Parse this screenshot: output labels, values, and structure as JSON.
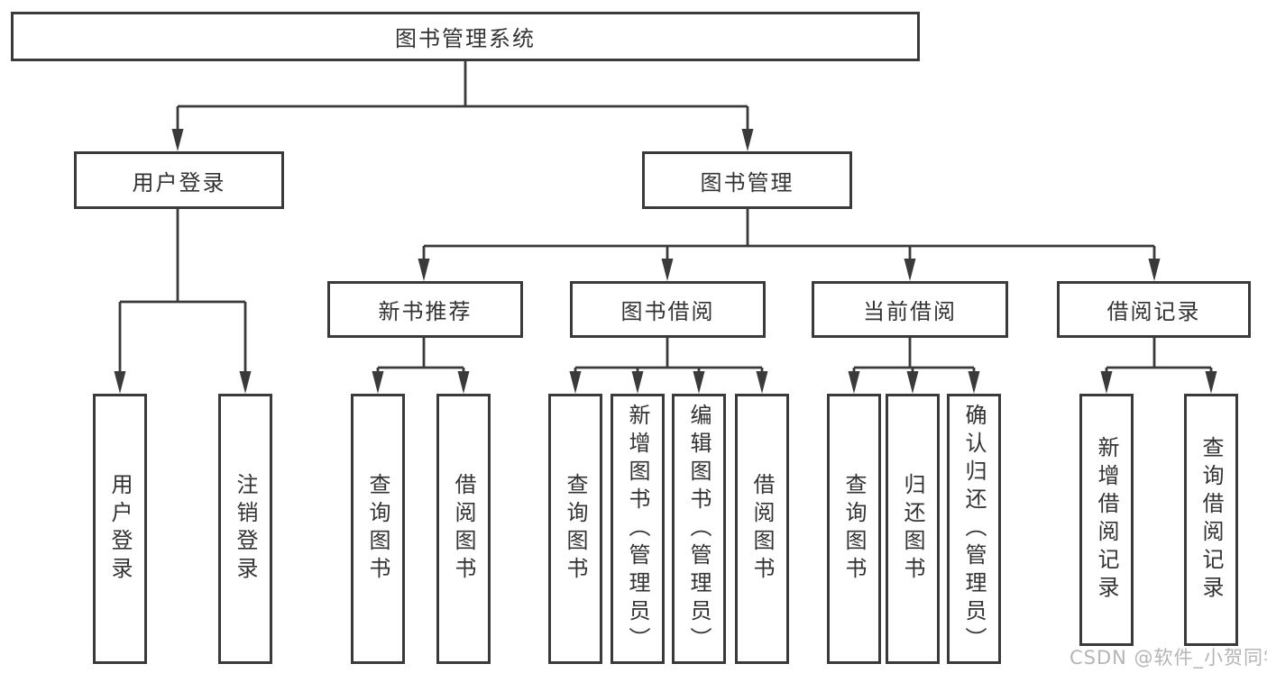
{
  "diagram": {
    "title": "图书管理系统",
    "nodes": {
      "root": "图书管理系统",
      "user_login": "用户登录",
      "book_mgmt": "图书管理",
      "new_books": "新书推荐",
      "book_borrow": "图书借阅",
      "current_borrow": "当前借阅",
      "borrow_records": "借阅记录",
      "leaf_user_login": "用户登录",
      "leaf_logout": "注销登录",
      "leaf_nb_query": "查询图书",
      "leaf_nb_borrow": "借阅图书",
      "leaf_bb_query": "查询图书",
      "leaf_bb_add": "新增图书（管理员）",
      "leaf_bb_edit": "编辑图书（管理员）",
      "leaf_bb_borrow": "借阅图书",
      "leaf_cb_query": "查询图书",
      "leaf_cb_return": "归还图书",
      "leaf_cb_confirm": "确认归还（管理员）",
      "leaf_br_add": "新增借阅记录",
      "leaf_br_query": "查询借阅记录"
    }
  },
  "watermark": "CSDN @软件_小贺同学",
  "colors": {
    "line": "#3a3a3a",
    "node_border": "#3a3a3a",
    "text": "#333333",
    "watermark": "#b5b5b5",
    "background": "#ffffff"
  }
}
